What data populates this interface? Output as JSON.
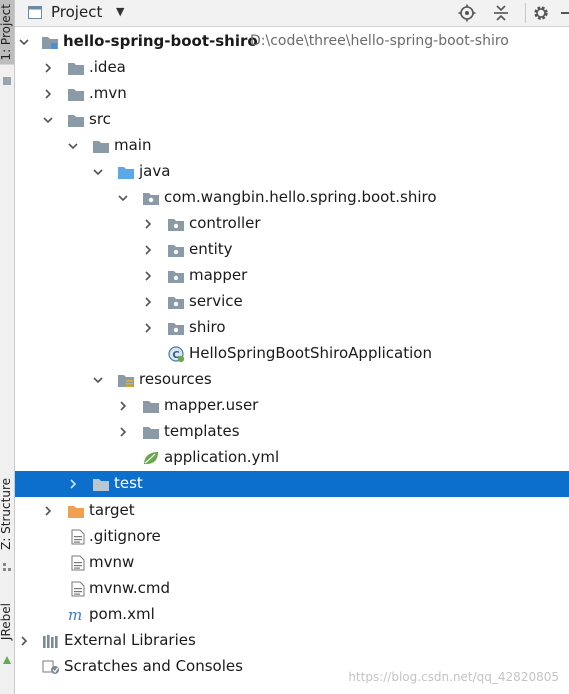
{
  "side_tabs": {
    "project": "1: Project",
    "structure": "Z: Structure",
    "jrebel": "JRebel"
  },
  "header": {
    "title": "Project"
  },
  "tree": [
    {
      "id": "root",
      "label": "hello-spring-boot-shiro",
      "path": "D:\\code\\three\\hello-spring-boot-shiro",
      "bold": true
    },
    {
      "id": "idea",
      "label": ".idea"
    },
    {
      "id": "mvn",
      "label": ".mvn"
    },
    {
      "id": "src",
      "label": "src"
    },
    {
      "id": "main",
      "label": "main"
    },
    {
      "id": "java",
      "label": "java"
    },
    {
      "id": "package",
      "label": "com.wangbin.hello.spring.boot.shiro"
    },
    {
      "id": "controller",
      "label": "controller"
    },
    {
      "id": "entity",
      "label": "entity"
    },
    {
      "id": "mapper",
      "label": "mapper"
    },
    {
      "id": "service",
      "label": "service"
    },
    {
      "id": "shiro",
      "label": "shiro"
    },
    {
      "id": "app-class",
      "label": "HelloSpringBootShiroApplication"
    },
    {
      "id": "resources",
      "label": "resources"
    },
    {
      "id": "mapper-user",
      "label": "mapper.user"
    },
    {
      "id": "templates",
      "label": "templates"
    },
    {
      "id": "application-yml",
      "label": "application.yml"
    },
    {
      "id": "test",
      "label": "test",
      "selected": true
    },
    {
      "id": "target",
      "label": "target"
    },
    {
      "id": "gitignore",
      "label": ".gitignore"
    },
    {
      "id": "mvnw",
      "label": "mvnw"
    },
    {
      "id": "mvnw-cmd",
      "label": "mvnw.cmd"
    },
    {
      "id": "pom",
      "label": "pom.xml"
    },
    {
      "id": "external-libraries",
      "label": "External Libraries"
    },
    {
      "id": "scratches",
      "label": "Scratches and Consoles"
    }
  ],
  "watermark": "https://blog.csdn.net/qq_42820805",
  "colors": {
    "selection": "#0d6fcc",
    "folder": "#8a9aa6",
    "source_folder": "#5aa9e6",
    "excluded_folder": "#f0a050"
  }
}
